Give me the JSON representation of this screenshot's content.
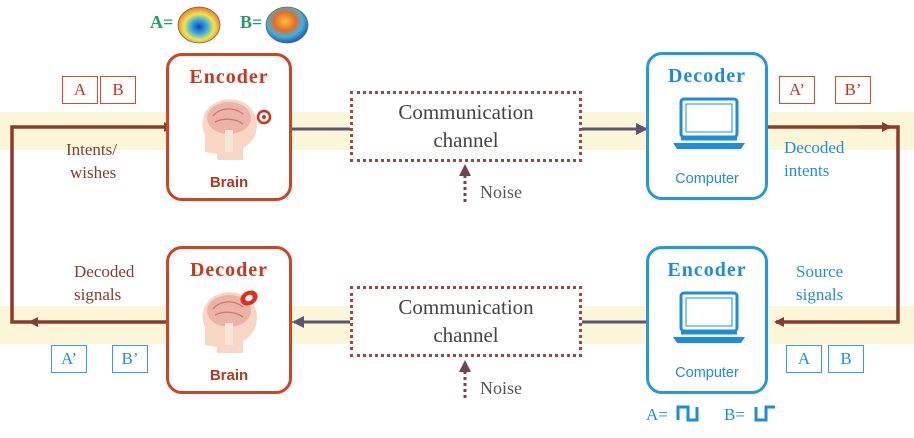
{
  "top_loop": {
    "encoder_title": "Encoder",
    "brain_label": "Brain",
    "decoder_title": "Decoder",
    "computer_label": "Computer",
    "channel_line1": "Communication",
    "channel_line2": "channel",
    "noise": "Noise",
    "input_tiles": [
      "A",
      "B"
    ],
    "output_tiles": [
      "A’",
      "B’"
    ],
    "left_label_line1": "Intents/",
    "left_label_line2": "wishes",
    "right_label_line1": "Decoded",
    "right_label_line2": "intents",
    "eq_a": "A=",
    "eq_b": "B="
  },
  "bottom_loop": {
    "encoder_title": "Encoder",
    "computer_label": "Computer",
    "decoder_title": "Decoder",
    "brain_label": "Brain",
    "channel_line1": "Communication",
    "channel_line2": "channel",
    "noise": "Noise",
    "input_tiles": [
      "A",
      "B"
    ],
    "output_tiles": [
      "A’",
      "B’"
    ],
    "right_label_line1": "Source",
    "right_label_line2": "signals",
    "left_label_line1": "Decoded",
    "left_label_line2": "signals",
    "eq_a": "A=",
    "eq_b": "B="
  },
  "colors": {
    "brain_side": "#d24421",
    "computer_side": "#2296e8",
    "channel_border": "#9a4a3a",
    "loop_arrow": "#8b3a2c",
    "flow_arrow": "#5a5478",
    "noise_arrow": "#7a3e55",
    "glow": "#fcf6d8"
  }
}
